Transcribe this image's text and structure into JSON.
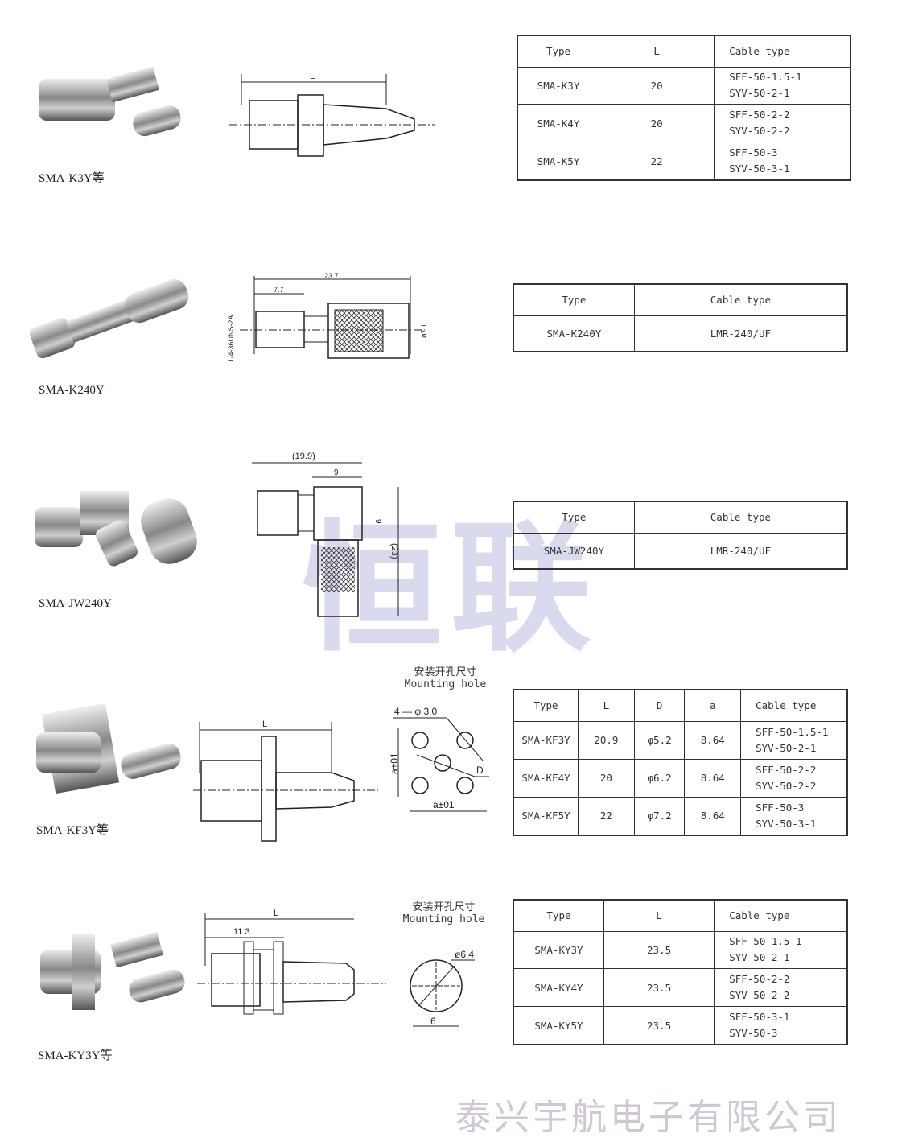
{
  "watermark": "恒联",
  "footer": "泰兴宇航电子有限公司",
  "sections": [
    {
      "caption": "SMA-K3Y等",
      "drawing_labels": {
        "L": "L"
      },
      "table": {
        "headers": [
          "Type",
          "L",
          "Cable type"
        ],
        "rows": [
          [
            "SMA-K3Y",
            "20",
            "SFF-50-1.5-1\nSYV-50-2-1"
          ],
          [
            "SMA-K4Y",
            "20",
            "SFF-50-2-2\nSYV-50-2-2"
          ],
          [
            "SMA-K5Y",
            "22",
            "SFF-50-3\nSYV-50-3-1"
          ]
        ]
      }
    },
    {
      "caption": "SMA-K240Y",
      "drawing_labels": {
        "total": "23.7",
        "part": "7.7",
        "dia": "ø7.1",
        "thread": "1/4-36UNS-2A"
      },
      "table": {
        "headers": [
          "Type",
          "Cable  type"
        ],
        "rows": [
          [
            "SMA-K240Y",
            "LMR-240/UF"
          ]
        ]
      }
    },
    {
      "caption": "SMA-JW240Y",
      "drawing_labels": {
        "total": "(19.9)",
        "w": "9",
        "h": "9",
        "height": "(23)"
      },
      "table": {
        "headers": [
          "Type",
          "Cable  type"
        ],
        "rows": [
          [
            "SMA-JW240Y",
            "LMR-240/UF"
          ]
        ]
      }
    },
    {
      "caption": "SMA-KF3Y等",
      "drawing_labels": {
        "L": "L"
      },
      "mounting": {
        "zh": "安装开孔尺寸",
        "en": "Mounting hole",
        "holes": "4 — φ 3.0",
        "a_v": "a±01",
        "a_h": "a±01",
        "D": "D"
      },
      "table": {
        "headers": [
          "Type",
          "L",
          "D",
          "a",
          "Cable type"
        ],
        "rows": [
          [
            "SMA-KF3Y",
            "20.9",
            "φ5.2",
            "8.64",
            "SFF-50-1.5-1\nSYV-50-2-1"
          ],
          [
            "SMA-KF4Y",
            "20",
            "φ6.2",
            "8.64",
            "SFF-50-2-2\nSYV-50-2-2"
          ],
          [
            "SMA-KF5Y",
            "22",
            "φ7.2",
            "8.64",
            "SFF-50-3\nSYV-50-3-1"
          ]
        ]
      }
    },
    {
      "caption": "SMA-KY3Y等",
      "drawing_labels": {
        "L": "L",
        "part": "11.3"
      },
      "mounting": {
        "zh": "安装开孔尺寸",
        "en": "Mounting hole",
        "dia": "ø6.4",
        "flat": "6"
      },
      "table": {
        "headers": [
          "Type",
          "L",
          "Cable type"
        ],
        "rows": [
          [
            "SMA-KY3Y",
            "23.5",
            "SFF-50-1.5-1\nSYV-50-2-1"
          ],
          [
            "SMA-KY4Y",
            "23.5",
            "SFF-50-2-2\nSYV-50-2-2"
          ],
          [
            "SMA-KY5Y",
            "23.5",
            "SFF-50-3-1\nSYV-50-3"
          ]
        ]
      }
    }
  ]
}
